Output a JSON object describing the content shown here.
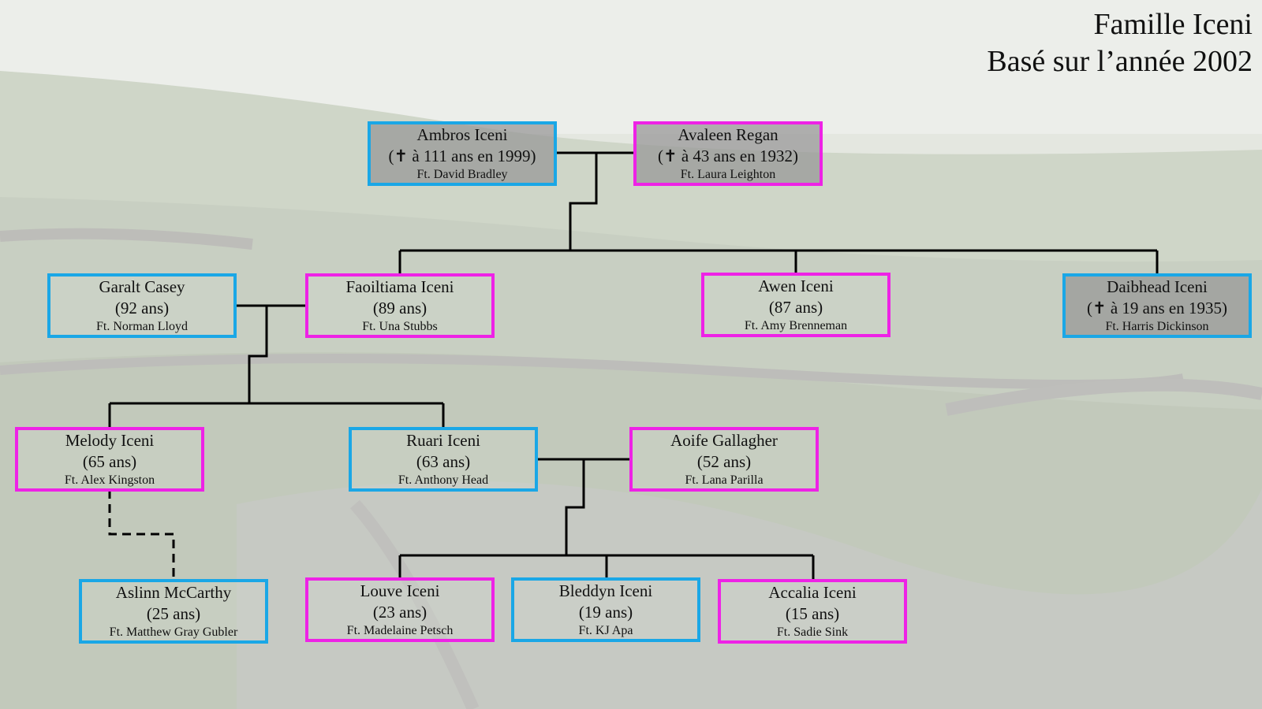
{
  "title": {
    "line1": "Famille Iceni",
    "line2": "Basé sur l’année 2002"
  },
  "colors": {
    "male_border": "#1aa7e6",
    "female_border": "#ee22e6",
    "deceased_fill": "#969696",
    "line": "#000000"
  },
  "people": [
    {
      "id": "ambros",
      "name": "Ambros Iceni",
      "age": "(✝ à 111 ans en 1999)",
      "ft": "Ft. David Bradley",
      "sex": "m",
      "deceased": true
    },
    {
      "id": "avaleen",
      "name": "Avaleen Regan",
      "age": "(✝ à 43 ans en 1932)",
      "ft": "Ft. Laura Leighton",
      "sex": "f",
      "deceased": true
    },
    {
      "id": "garalt",
      "name": "Garalt Casey",
      "age": "(92 ans)",
      "ft": "Ft. Norman Lloyd",
      "sex": "m",
      "deceased": false
    },
    {
      "id": "faoiltiama",
      "name": "Faoiltiama Iceni",
      "age": "(89 ans)",
      "ft": "Ft. Una Stubbs",
      "sex": "f",
      "deceased": false
    },
    {
      "id": "awen",
      "name": "Awen Iceni",
      "age": "(87 ans)",
      "ft": "Ft. Amy Brenneman",
      "sex": "f",
      "deceased": false
    },
    {
      "id": "daibhead",
      "name": "Daibhead Iceni",
      "age": "(✝ à 19 ans en 1935)",
      "ft": "Ft. Harris Dickinson",
      "sex": "m",
      "deceased": true
    },
    {
      "id": "melody",
      "name": "Melody Iceni",
      "age": "(65 ans)",
      "ft": "Ft. Alex Kingston",
      "sex": "f",
      "deceased": false
    },
    {
      "id": "ruari",
      "name": "Ruari Iceni",
      "age": "(63 ans)",
      "ft": "Ft. Anthony Head",
      "sex": "m",
      "deceased": false
    },
    {
      "id": "aoife",
      "name": "Aoife Gallagher",
      "age": "(52 ans)",
      "ft": "Ft. Lana Parilla",
      "sex": "f",
      "deceased": false
    },
    {
      "id": "aslinn",
      "name": "Aslinn McCarthy",
      "age": "(25 ans)",
      "ft": "Ft. Matthew Gray Gubler",
      "sex": "m",
      "deceased": false
    },
    {
      "id": "louve",
      "name": "Louve Iceni",
      "age": "(23 ans)",
      "ft": "Ft. Madelaine Petsch",
      "sex": "f",
      "deceased": false
    },
    {
      "id": "bleddyn",
      "name": "Bleddyn Iceni",
      "age": "(19 ans)",
      "ft": "Ft. KJ Apa",
      "sex": "m",
      "deceased": false
    },
    {
      "id": "accalia",
      "name": "Accalia Iceni",
      "age": "(15 ans)",
      "ft": "Ft. Sadie Sink",
      "sex": "f",
      "deceased": false
    }
  ]
}
